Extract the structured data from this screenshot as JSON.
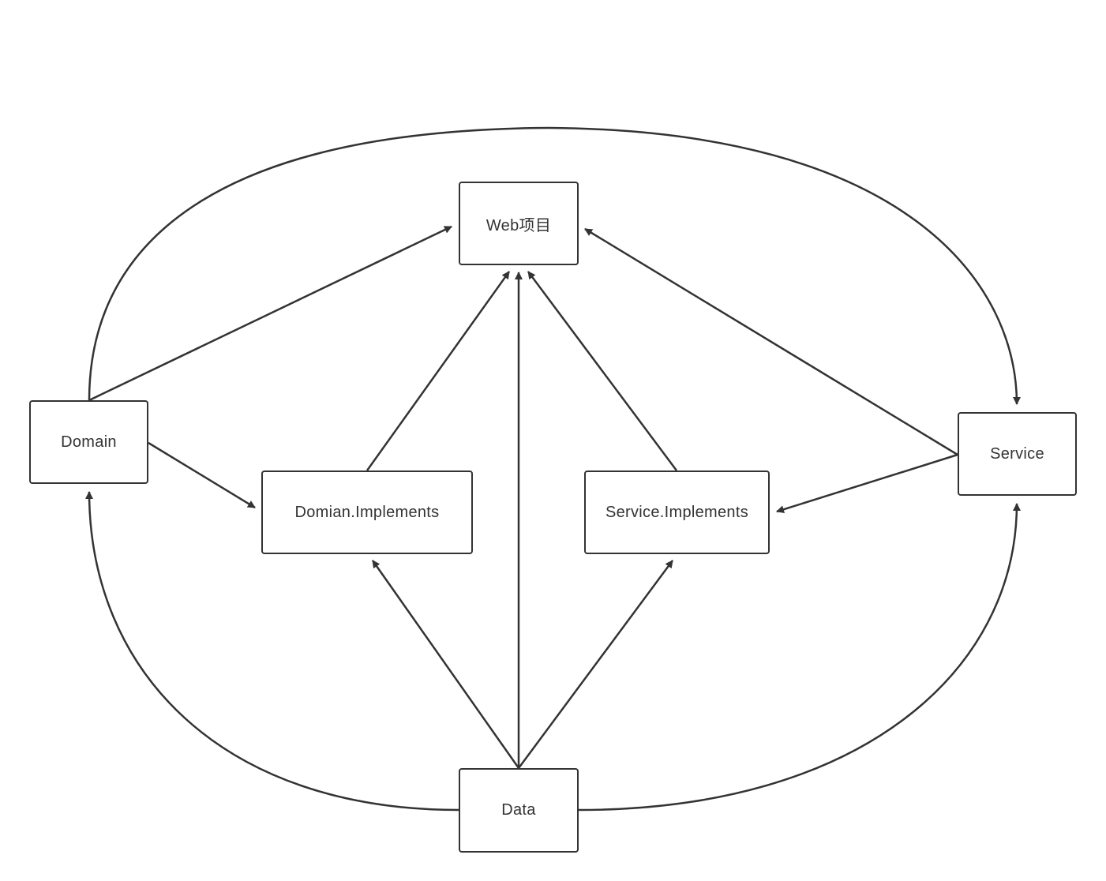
{
  "diagram": {
    "type": "dependency-graph",
    "line_color": "#333333",
    "nodes": [
      {
        "id": "web",
        "label": "Web项目"
      },
      {
        "id": "domain",
        "label": "Domain"
      },
      {
        "id": "service",
        "label": "Service"
      },
      {
        "id": "domimpl",
        "label": "Domian.Implements"
      },
      {
        "id": "svcimpl",
        "label": "Service.Implements"
      },
      {
        "id": "data",
        "label": "Data"
      }
    ],
    "edges": [
      {
        "from": "domain",
        "to": "web"
      },
      {
        "from": "domain",
        "to": "service"
      },
      {
        "from": "domain",
        "to": "domimpl"
      },
      {
        "from": "domimpl",
        "to": "web"
      },
      {
        "from": "data",
        "to": "web"
      },
      {
        "from": "svcimpl",
        "to": "web"
      },
      {
        "from": "service",
        "to": "web"
      },
      {
        "from": "service",
        "to": "svcimpl"
      },
      {
        "from": "data",
        "to": "domain"
      },
      {
        "from": "data",
        "to": "service"
      },
      {
        "from": "data",
        "to": "domimpl"
      },
      {
        "from": "data",
        "to": "svcimpl"
      }
    ]
  }
}
